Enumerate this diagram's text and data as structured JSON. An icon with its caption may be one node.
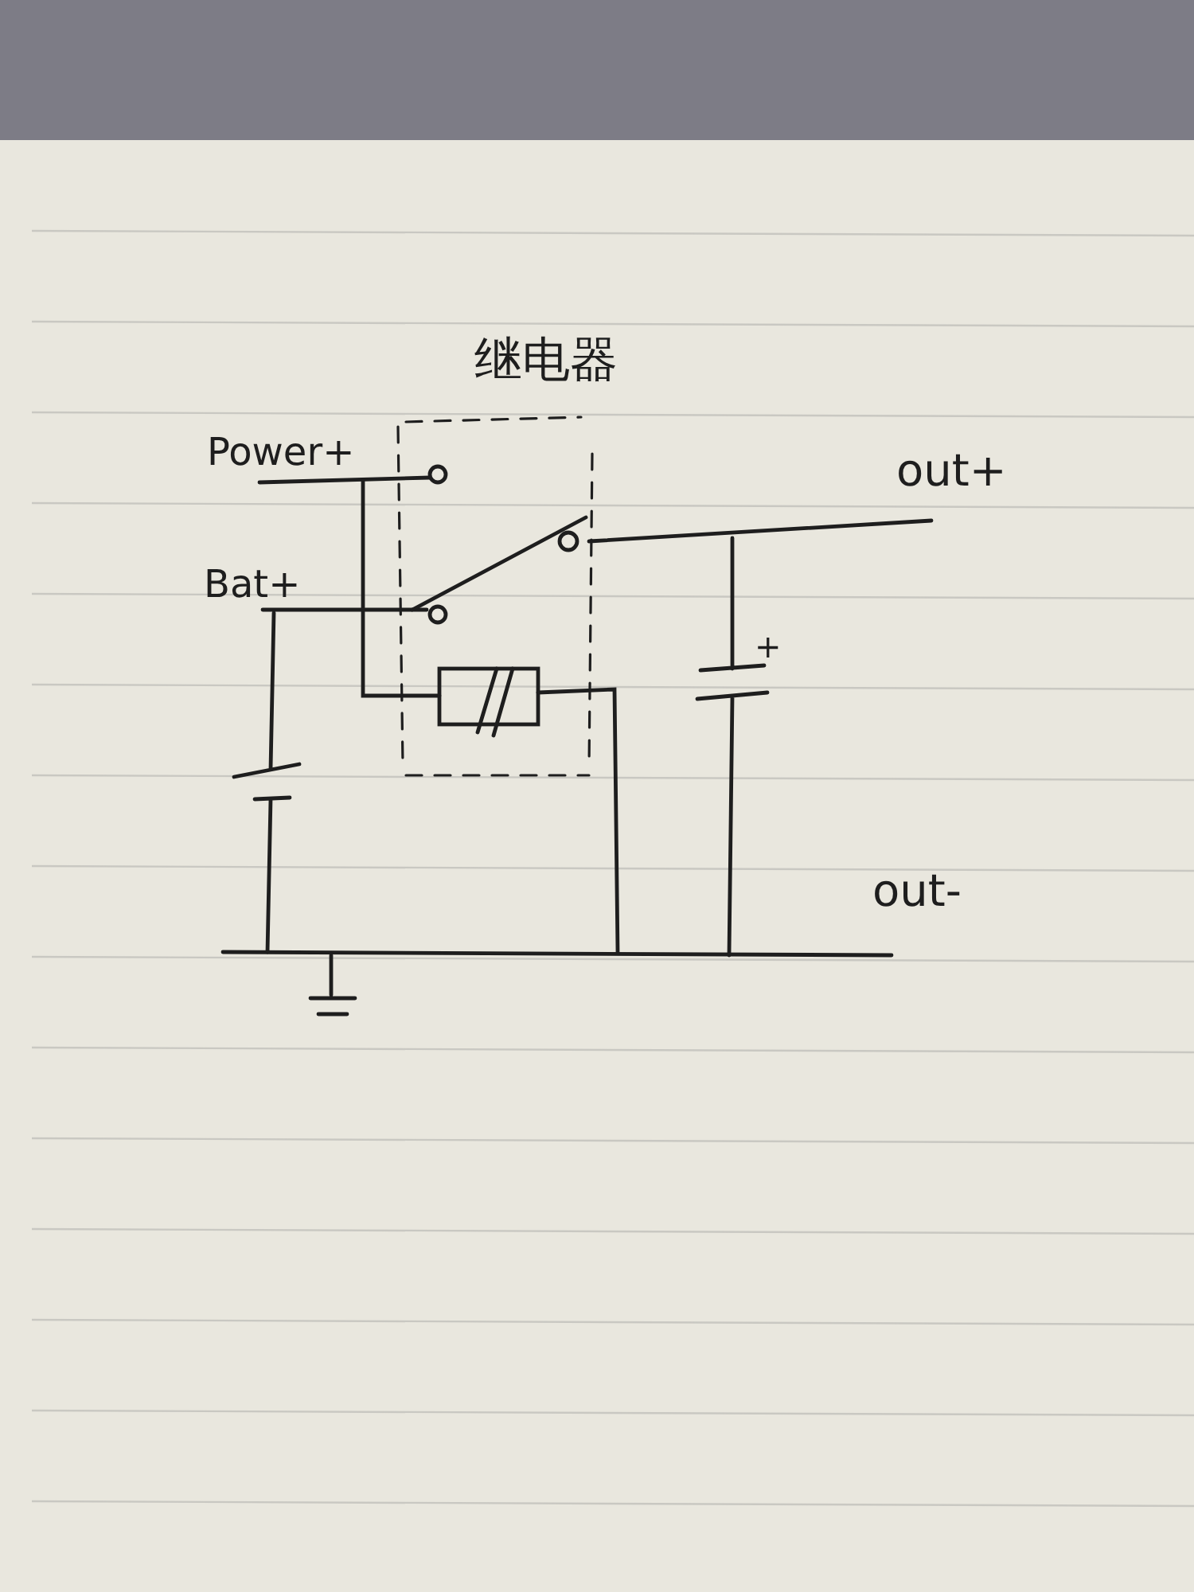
{
  "diagram": {
    "labels": [
      "继电器",
      "Power+",
      "Bat+",
      "out+",
      "+",
      "out-"
    ]
  }
}
